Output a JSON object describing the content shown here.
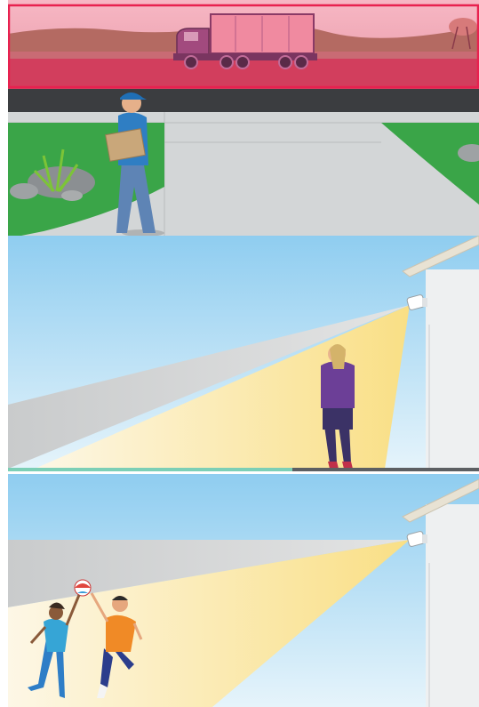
{
  "colors": {
    "highlight_overlay": "#e8214f",
    "sky": "#9fd3ef",
    "grass": "#3aa548",
    "light_beam": "#fbe79b",
    "road": "#3b3d40",
    "sidewalk": "#cfd2d3",
    "house_wall": "#eef0f1",
    "ground_line": "#7ccfb6"
  },
  "icons": {
    "camera": "security-camera-icon"
  },
  "panels": [
    {
      "name": "delivery-scene"
    },
    {
      "name": "pedestrian-scene"
    },
    {
      "name": "playing-kids-scene"
    }
  ]
}
